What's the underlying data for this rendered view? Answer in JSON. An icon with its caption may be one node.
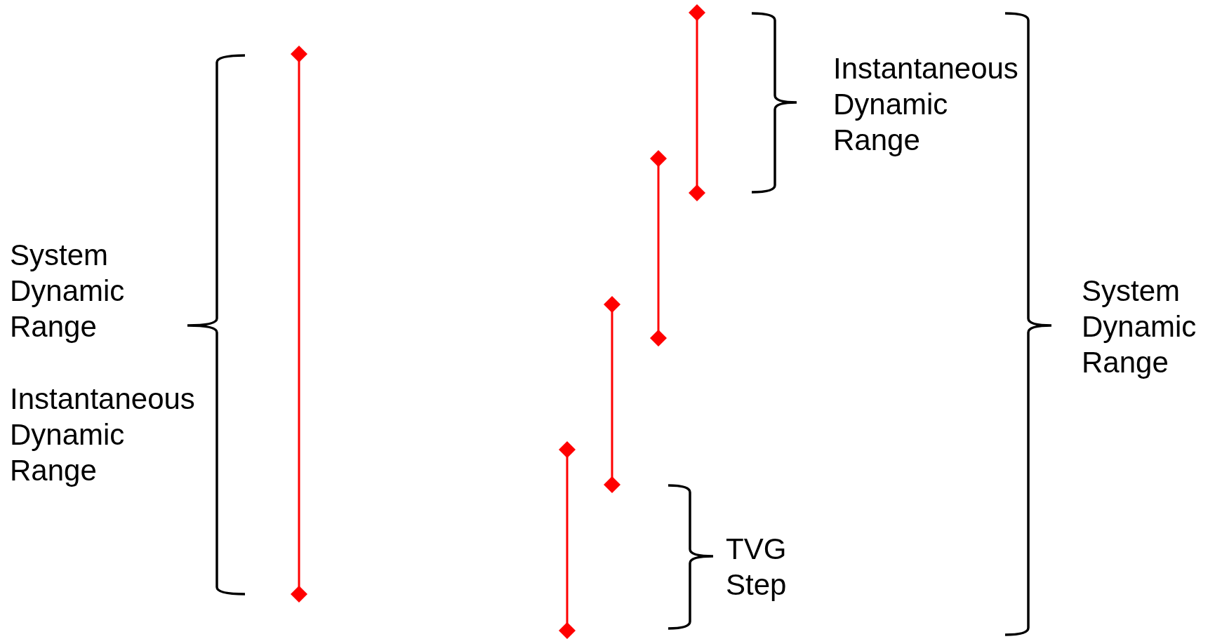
{
  "diagram": {
    "labels": [
      "System Dynamic Range",
      "Instantaneous Dynamic Range",
      "Instantaneous Dynamic Range",
      "TVG Step",
      "System Dynamic Range"
    ]
  }
}
